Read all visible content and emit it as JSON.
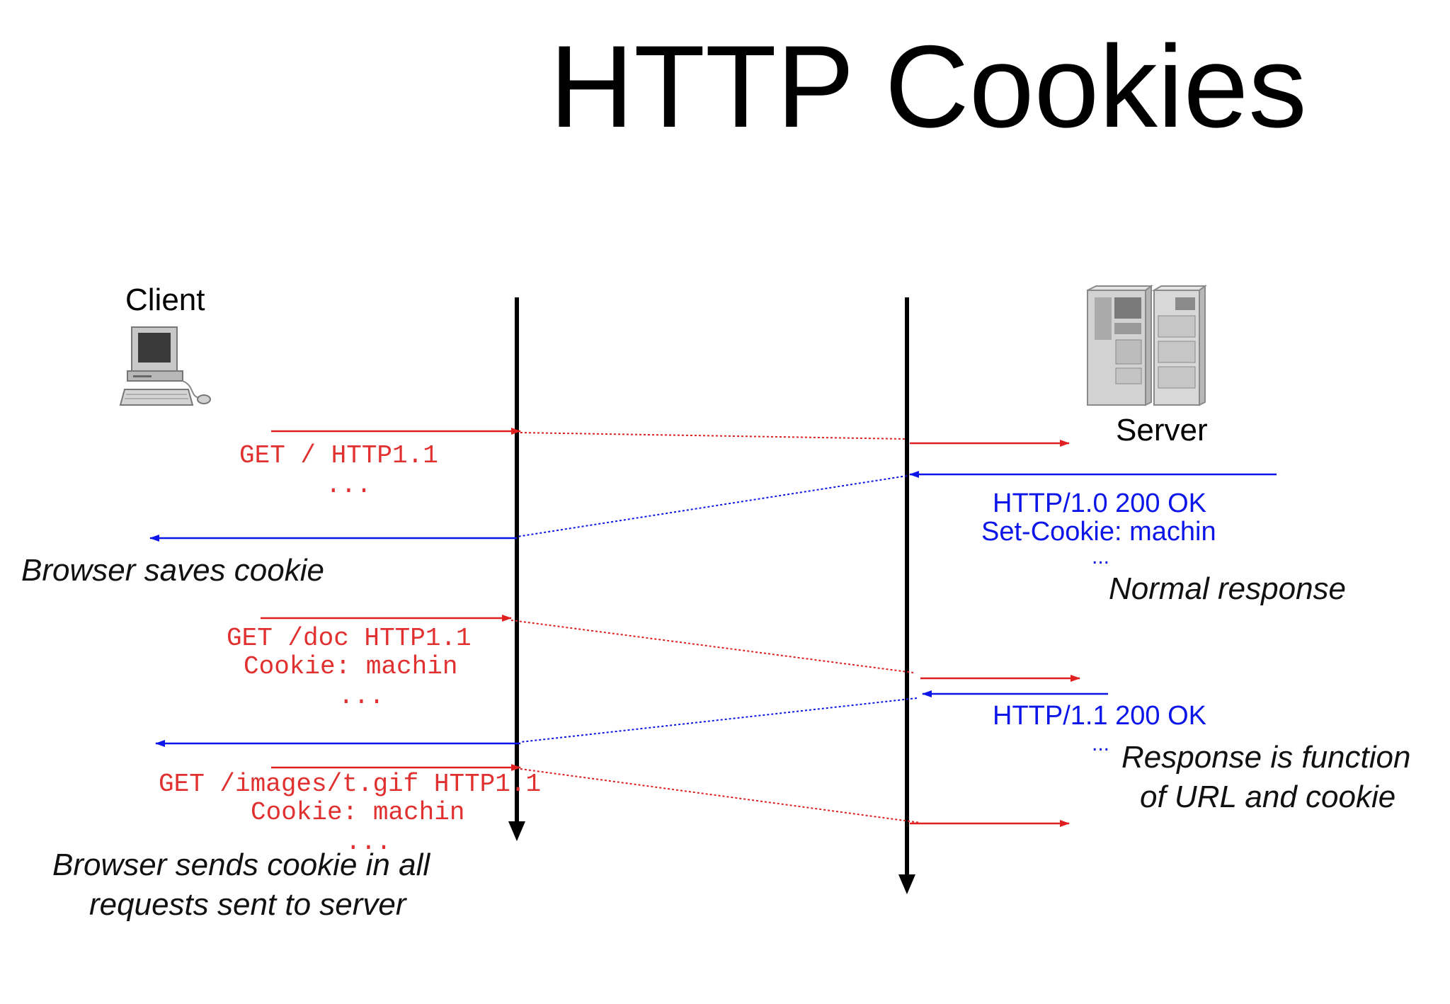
{
  "title": "HTTP Cookies",
  "actors": {
    "client": {
      "label": "Client",
      "icon": "desktop-computer-icon"
    },
    "server": {
      "label": "Server",
      "icon": "server-rack-icon"
    }
  },
  "requests": [
    {
      "lines": [
        "GET / HTTP1.1",
        "..."
      ]
    },
    {
      "lines": [
        "GET /doc HTTP1.1",
        "Cookie: machin",
        "..."
      ]
    },
    {
      "lines": [
        "GET /images/t.gif HTTP1.1",
        "Cookie: machin",
        "..."
      ]
    }
  ],
  "responses": [
    {
      "lines": [
        "HTTP/1.0 200 OK",
        "Set-Cookie: machin",
        "..."
      ]
    },
    {
      "lines": [
        "HTTP/1.1 200 OK",
        "..."
      ]
    }
  ],
  "notes": {
    "browser_saves": "Browser saves  cookie",
    "normal_response": "Normal response",
    "response_function_1": "Response is function",
    "response_function_2": "of URL and cookie",
    "browser_sends_1": "Browser sends cookie in all",
    "browser_sends_2": "requests sent to server"
  },
  "colors": {
    "request": "#e02020",
    "response": "#0c16e8",
    "timeline": "#000000"
  }
}
